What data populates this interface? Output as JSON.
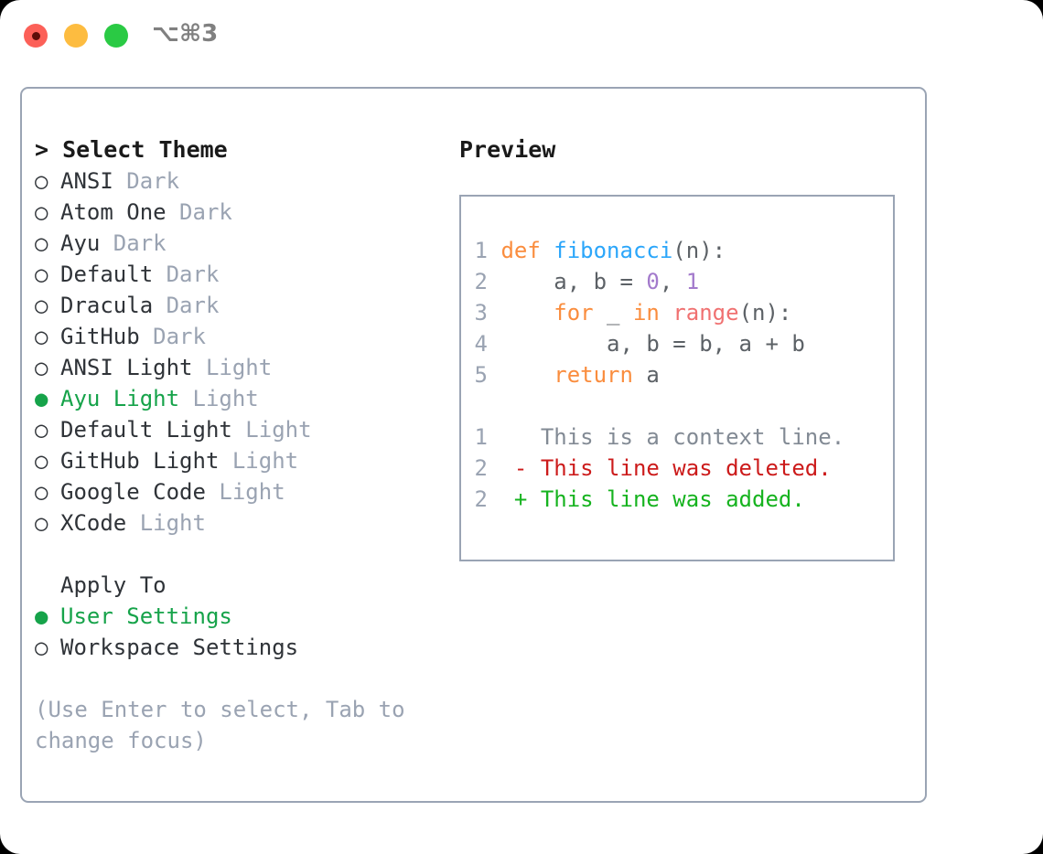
{
  "window": {
    "shortcut_label": "⌥⌘3",
    "traffic_lights": [
      {
        "name": "close",
        "color": "#fc6058"
      },
      {
        "name": "minimize",
        "color": "#fdbc40"
      },
      {
        "name": "zoom",
        "color": "#2aca44"
      }
    ]
  },
  "theme_picker": {
    "heading": "> Select Theme",
    "selected_glyph": "●",
    "unselected_glyph": "○",
    "options": [
      {
        "name": "ANSI",
        "variant": "Dark",
        "selected": false
      },
      {
        "name": "Atom One",
        "variant": "Dark",
        "selected": false
      },
      {
        "name": "Ayu",
        "variant": "Dark",
        "selected": false
      },
      {
        "name": "Default",
        "variant": "Dark",
        "selected": false
      },
      {
        "name": "Dracula",
        "variant": "Dark",
        "selected": false
      },
      {
        "name": "GitHub",
        "variant": "Dark",
        "selected": false
      },
      {
        "name": "ANSI Light",
        "variant": "Light",
        "selected": false
      },
      {
        "name": "Ayu Light",
        "variant": "Light",
        "selected": true
      },
      {
        "name": "Default Light",
        "variant": "Light",
        "selected": false
      },
      {
        "name": "GitHub Light",
        "variant": "Light",
        "selected": false
      },
      {
        "name": "Google Code",
        "variant": "Light",
        "selected": false
      },
      {
        "name": "XCode",
        "variant": "Light",
        "selected": false
      }
    ]
  },
  "apply_to": {
    "title": "Apply To",
    "options": [
      {
        "label": "User Settings",
        "selected": true
      },
      {
        "label": "Workspace Settings",
        "selected": false
      }
    ]
  },
  "hint": "(Use Enter to select, Tab to change focus)",
  "preview": {
    "title": "Preview",
    "code_lines": [
      {
        "no": "1",
        "tokens": [
          {
            "t": "def ",
            "c": "tok-kw"
          },
          {
            "t": "fibonacci",
            "c": "tok-fn"
          },
          {
            "t": "(n):",
            "c": "tok-txt"
          }
        ]
      },
      {
        "no": "2",
        "tokens": [
          {
            "t": "    a, b = ",
            "c": "tok-txt"
          },
          {
            "t": "0",
            "c": "tok-num"
          },
          {
            "t": ", ",
            "c": "tok-txt"
          },
          {
            "t": "1",
            "c": "tok-num"
          }
        ]
      },
      {
        "no": "3",
        "tokens": [
          {
            "t": "    ",
            "c": "tok-txt"
          },
          {
            "t": "for",
            "c": "tok-kw"
          },
          {
            "t": " _ ",
            "c": "tok-txt"
          },
          {
            "t": "in",
            "c": "tok-kw"
          },
          {
            "t": " ",
            "c": "tok-txt"
          },
          {
            "t": "range",
            "c": "tok-call"
          },
          {
            "t": "(n):",
            "c": "tok-txt"
          }
        ]
      },
      {
        "no": "4",
        "tokens": [
          {
            "t": "        a, b = b, a + b",
            "c": "tok-txt"
          }
        ]
      },
      {
        "no": "5",
        "tokens": [
          {
            "t": "    ",
            "c": "tok-txt"
          },
          {
            "t": "return",
            "c": "tok-kw"
          },
          {
            "t": " a",
            "c": "tok-txt"
          }
        ]
      }
    ],
    "diff_lines": [
      {
        "no": "1",
        "marker": "  ",
        "text": "This is a context line.",
        "kind": "diff-ctx"
      },
      {
        "no": "2",
        "marker": "- ",
        "text": "This line was deleted.",
        "kind": "diff-del"
      },
      {
        "no": "2",
        "marker": "+ ",
        "text": "This line was added.",
        "kind": "diff-add"
      }
    ]
  },
  "colors": {
    "accent_green": "#16a34a",
    "muted_gray": "#9aa3b2",
    "border": "#9aa4b4",
    "keyword": "#fa8d3e",
    "function": "#2ba6fa",
    "number": "#a37acc",
    "call": "#f07171",
    "diff_added": "#16b31f",
    "diff_deleted": "#cc1b1b"
  }
}
